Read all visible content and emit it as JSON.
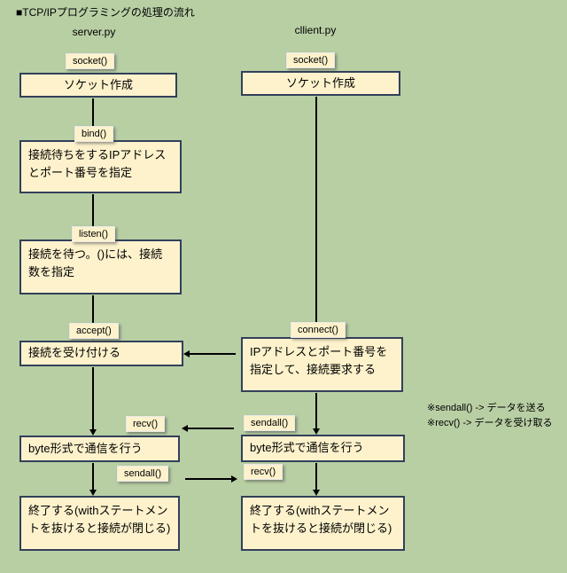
{
  "title": "■TCP/IPプログラミングの処理の流れ",
  "server": {
    "header": "server.py",
    "socket_label": "socket()",
    "socket_box": "ソケット作成",
    "bind_label": "bind()",
    "bind_box": "接続待ちをするIPアドレスとポート番号を指定",
    "listen_label": "listen()",
    "listen_box": "接続を待つ。()には、接続数を指定",
    "accept_label": "accept()",
    "accept_box": "接続を受け付ける",
    "recv_label": "recv()",
    "comm_box": "byte形式で通信を行う",
    "sendall_label": "sendall()",
    "close_box": "終了する(withステートメントを抜けると接続が閉じる)"
  },
  "client": {
    "header": "cllient.py",
    "socket_label": "socket()",
    "socket_box": "ソケット作成",
    "connect_label": "connect()",
    "connect_box": "IPアドレスとポート番号を指定して、接続要求する",
    "sendall_label": "sendall()",
    "comm_box": "byte形式で通信を行う",
    "recv_label": "recv()",
    "close_box": "終了する(withステートメントを抜けると接続が閉じる)"
  },
  "notes": {
    "sendall": "※sendall() -> データを送る",
    "recv": "※recv() -> データを受け取る"
  },
  "colors": {
    "background": "#b8cfa4",
    "box_fill": "#fdf2cc",
    "box_border": "#32405a",
    "arrow": "#000000"
  }
}
